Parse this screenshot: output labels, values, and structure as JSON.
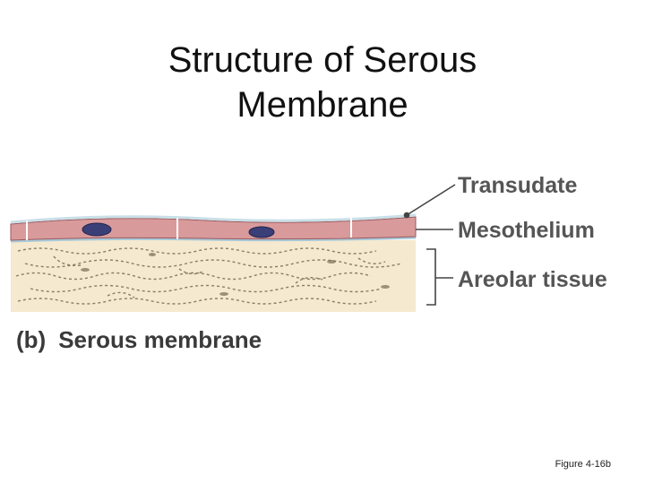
{
  "title": {
    "line1": "Structure of Serous",
    "line2": "Membrane"
  },
  "labels": {
    "transudate": "Transudate",
    "mesothelium": "Mesothelium",
    "areolar": "Areolar tissue"
  },
  "caption": {
    "letter": "(b)",
    "text": "Serous membrane"
  },
  "figure_number": "Figure 4-16b",
  "colors": {
    "background": "#ffffff",
    "mesothelium": "#d99a9c",
    "nucleus": "#3b3f78",
    "transudate_line": "#a8c8d8",
    "areolar_tissue": "#f5e9cf",
    "fiber": "#7a6a55",
    "label_text": "#555555"
  }
}
